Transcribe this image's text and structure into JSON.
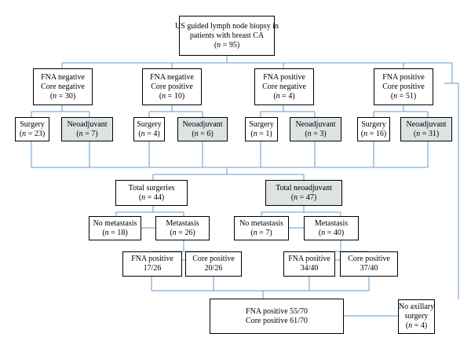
{
  "colors": {
    "line": "#6699cc",
    "shaded": "#dde3e3",
    "border": "#000000"
  },
  "root": {
    "line1": "US guided lymph node biopsy in",
    "line2": "patients with breast CA",
    "n": "95"
  },
  "groups": [
    {
      "line1": "FNA negative",
      "line2": "Core negative",
      "n": "30",
      "surgery": {
        "label": "Surgery",
        "n": "23"
      },
      "neo": {
        "label": "Neoadjuvant",
        "n": "7"
      }
    },
    {
      "line1": "FNA negative",
      "line2": "Core positive",
      "n": "10",
      "surgery": {
        "label": "Surgery",
        "n": "4"
      },
      "neo": {
        "label": "Neoadjuvant",
        "n": "6"
      }
    },
    {
      "line1": "FNA positive",
      "line2": "Core negative",
      "n": "4",
      "surgery": {
        "label": "Surgery",
        "n": "1"
      },
      "neo": {
        "label": "Neoadjuvant",
        "n": "3"
      }
    },
    {
      "line1": "FNA positive",
      "line2": "Core positive",
      "n": "51",
      "surgery": {
        "label": "Surgery",
        "n": "16"
      },
      "neo": {
        "label": "Neoadjuvant",
        "n": "31"
      }
    }
  ],
  "totals": {
    "surgeries": {
      "label": "Total surgeries",
      "n": "44"
    },
    "neoadjuvant": {
      "label": "Total neoadjuvant",
      "n": "47"
    }
  },
  "surgery_branch": {
    "no_metastasis": {
      "label": "No metastasis",
      "n": "18"
    },
    "metastasis": {
      "label": "Metastasis",
      "n": "26"
    },
    "fna": {
      "label": "FNA positive",
      "value": "17/26"
    },
    "core": {
      "label": "Core positive",
      "value": "20/26"
    }
  },
  "neo_branch": {
    "no_metastasis": {
      "label": "No metastasis",
      "n": "7"
    },
    "metastasis": {
      "label": "Metastasis",
      "n": "40"
    },
    "fna": {
      "label": "FNA positive",
      "value": "34/40"
    },
    "core": {
      "label": "Core positive",
      "value": "37/40"
    }
  },
  "final": {
    "line1": "FNA positive 55/70",
    "line2": "Core positive 61/70"
  },
  "no_axillary": {
    "line1": "No axillary",
    "line2": "surgery",
    "n": "4"
  },
  "n_symbol": "n"
}
